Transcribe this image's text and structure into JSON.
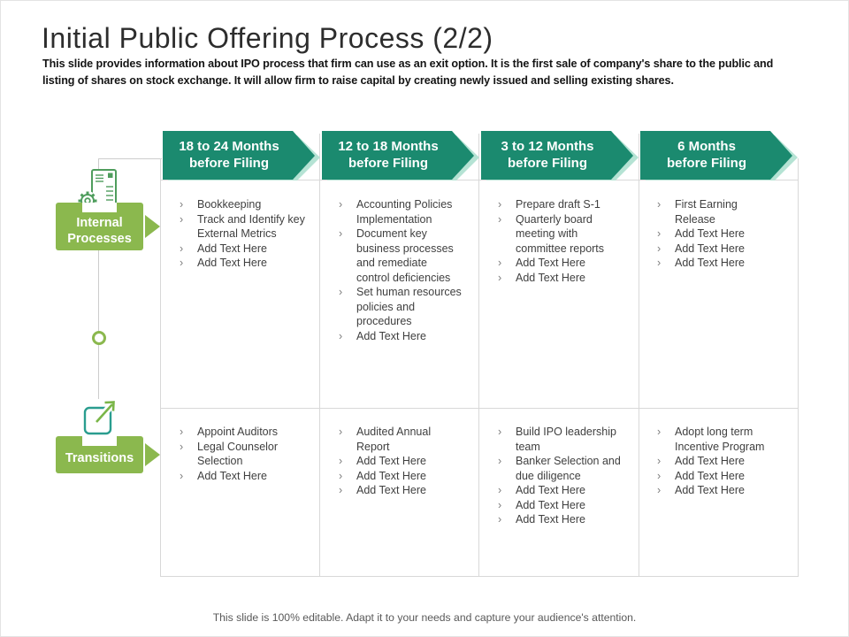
{
  "slide": {
    "title": "Initial Public Offering Process (2/2)",
    "subtitle": "This slide provides information about IPO process that firm can use as an exit option. It is the first sale of company's share to the public and listing of shares on stock exchange. It will allow firm to raise capital by creating newly issued and selling existing shares.",
    "footer": "This slide is 100% editable. Adapt it to your needs and capture your audience's attention."
  },
  "colors": {
    "header_teal": "#1b8a6f",
    "chevron_mint": "#b5e3d4",
    "label_green": "#8bb84e",
    "icon_green": "#4f9d5d",
    "icon_teal": "#2a9d8f",
    "grid_gray": "#d8d8d8",
    "body_text": "#3f3f3f"
  },
  "headers": [
    {
      "line1": "18 to 24 Months",
      "line2": "before Filing"
    },
    {
      "line1": "12 to 18 Months",
      "line2": "before Filing"
    },
    {
      "line1": "3 to 12 Months",
      "line2": "before Filing"
    },
    {
      "line1": "6 Months",
      "line2": "before Filing"
    }
  ],
  "rows": [
    {
      "label": "Internal Processes",
      "icon": "document-gear-icon",
      "cells": [
        [
          "Bookkeeping",
          "Track and Identify key External Metrics",
          "Add Text Here",
          "Add Text Here"
        ],
        [
          "Accounting Policies Implementation",
          "Document key business processes and remediate control deficiencies",
          "Set human resources policies and procedures",
          "Add Text Here"
        ],
        [
          "Prepare draft S-1",
          "Quarterly board meeting with committee reports",
          "Add Text Here",
          "Add Text Here"
        ],
        [
          "First Earning Release",
          "Add Text Here",
          "Add Text Here",
          "Add Text Here"
        ]
      ]
    },
    {
      "label": "Transitions",
      "icon": "external-link-icon",
      "cells": [
        [
          "Appoint Auditors",
          "Legal Counselor Selection",
          "Add Text Here"
        ],
        [
          "Audited Annual Report",
          "Add Text Here",
          "Add Text Here",
          "Add Text Here"
        ],
        [
          "Build IPO leadership team",
          "Banker Selection and due diligence",
          "Add Text Here",
          "Add Text Here",
          "Add Text Here"
        ],
        [
          "Adopt long term Incentive Program",
          "Add Text Here",
          "Add Text Here",
          "Add Text Here"
        ]
      ]
    }
  ]
}
